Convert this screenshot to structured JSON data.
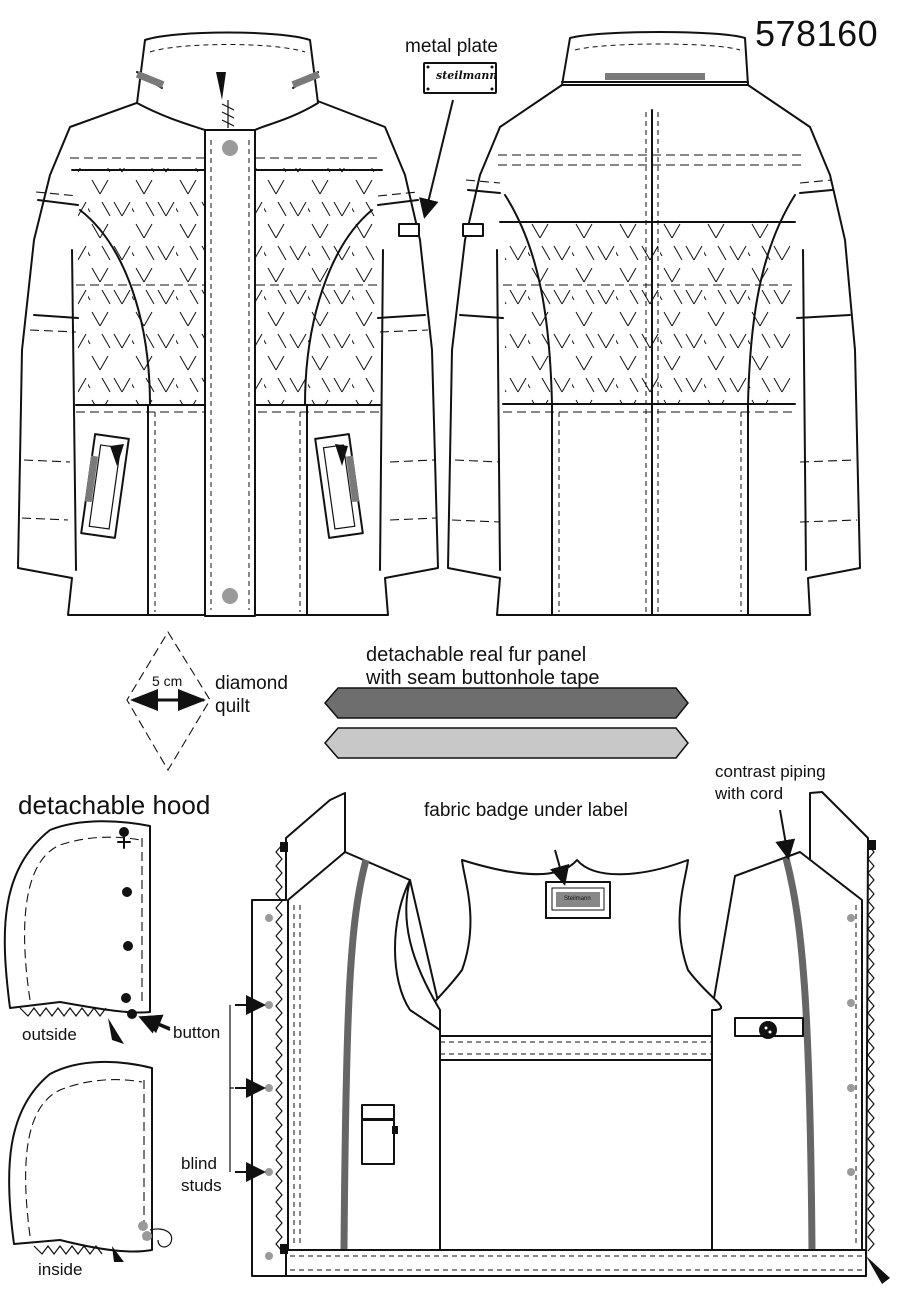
{
  "header": {
    "style_number": "578160"
  },
  "labels": {
    "metal_plate": "metal plate",
    "plate_brand": "steilmann",
    "quilt_size": "5 cm",
    "diamond_quilt_line1": "diamond",
    "diamond_quilt_line2": "quilt",
    "fur_panel_line1": "detachable real fur panel",
    "fur_panel_line2": "with seam buttonhole tape",
    "detachable_hood": "detachable hood",
    "outside": "outside",
    "inside": "inside",
    "button": "button",
    "blind_studs_line1": "blind",
    "blind_studs_line2": "studs",
    "fabric_badge": "fabric badge under label",
    "badge_brand": "Steilmann",
    "contrast_piping_line1": "contrast piping",
    "contrast_piping_line2": "with cord"
  },
  "colors": {
    "line": "#111111",
    "fur_panel_dark": "#6e6e6e",
    "fur_panel_light": "#c8c8c8",
    "piping": "#666666",
    "stud": "#9a9a9a",
    "trim_grey": "#7a7a7a"
  }
}
